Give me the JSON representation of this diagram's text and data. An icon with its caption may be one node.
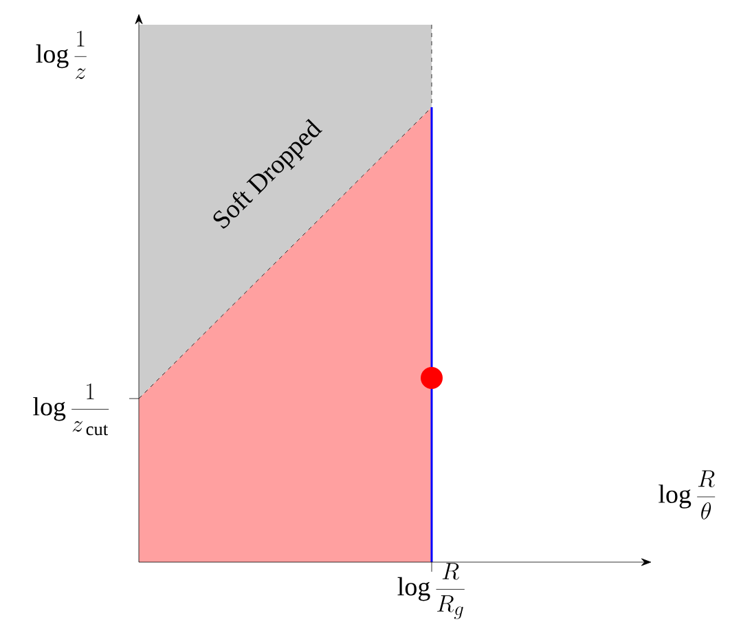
{
  "diagram": {
    "labels": [
      "\\log\\frac{1}{z}",
      "Soft Dropped",
      "\\log\\frac{1}{z_{\\,\\mathrm{cut}}}",
      "\\log\\frac{R}{\\theta}",
      "\\log\\frac{R}{R_g}"
    ]
  }
}
